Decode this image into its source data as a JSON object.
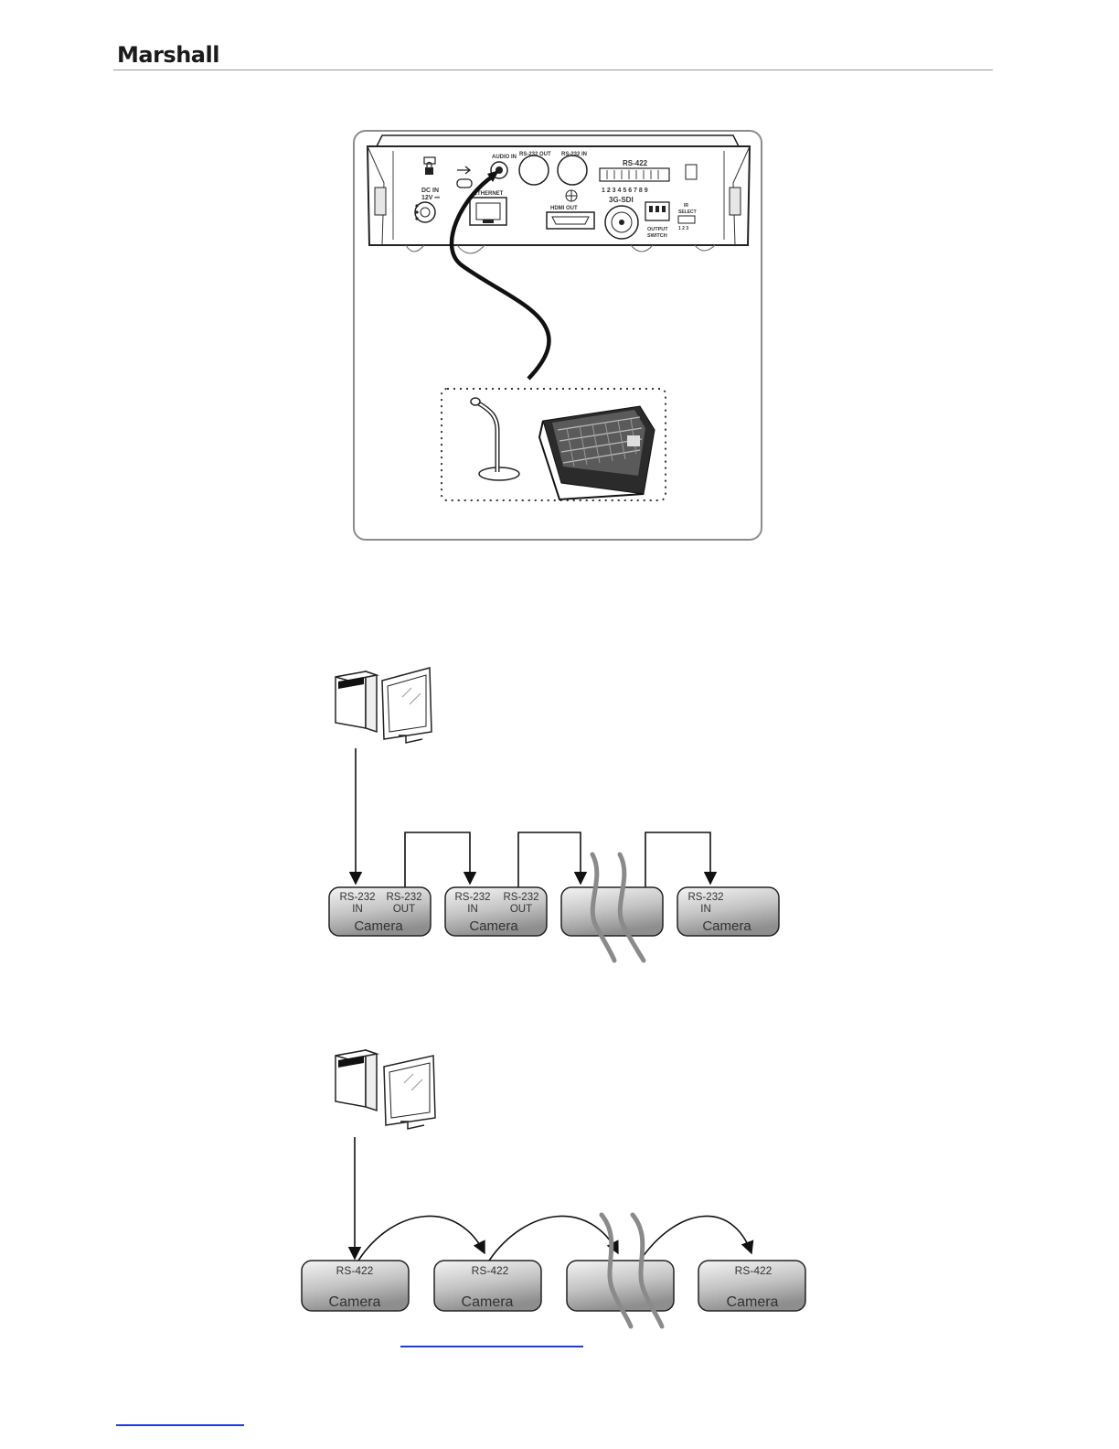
{
  "header": {
    "brand": "Marshall"
  },
  "rear_panel": {
    "audio_in": "AUDIO IN",
    "rs232_out": "RS-232 OUT",
    "rs232_in": "RS-232 IN",
    "rs422": "RS-422",
    "rs422_pins": "1 2 3 4 5 6 7 8 9",
    "dc_in": "DC IN",
    "dc_voltage": "12V ⎓",
    "ethernet": "ETHERNET",
    "hdmi_out": "HDMI OUT",
    "sdi": "3G-SDI",
    "output_switch_1": "OUTPUT",
    "output_switch_2": "SWITCH",
    "ir_select_1": "IR",
    "ir_select_2": "SELECT",
    "ir_select_nums": "1  2  3"
  },
  "rs232_chain": {
    "cameras": [
      {
        "top_left": "RS-232",
        "sub_left": "IN",
        "top_right": "RS-232",
        "sub_right": "OUT",
        "name": "Camera"
      },
      {
        "top_left": "RS-232",
        "sub_left": "IN",
        "top_right": "RS-232",
        "sub_right": "OUT",
        "name": "Camera"
      },
      {
        "top_left": "RS-232",
        "sub_left": "IN",
        "name": "Camera"
      }
    ]
  },
  "rs422_chain": {
    "cameras": [
      {
        "label": "RS-422",
        "name": "Camera"
      },
      {
        "label": "RS-422",
        "name": "Camera"
      },
      {
        "label": "RS-422",
        "name": "Camera"
      }
    ]
  },
  "colors": {
    "link": "#1f3cd6",
    "box_fill_top": "#f4f4f4",
    "box_fill_bottom": "#8e8e8e",
    "wave": "#8a8a8a"
  }
}
